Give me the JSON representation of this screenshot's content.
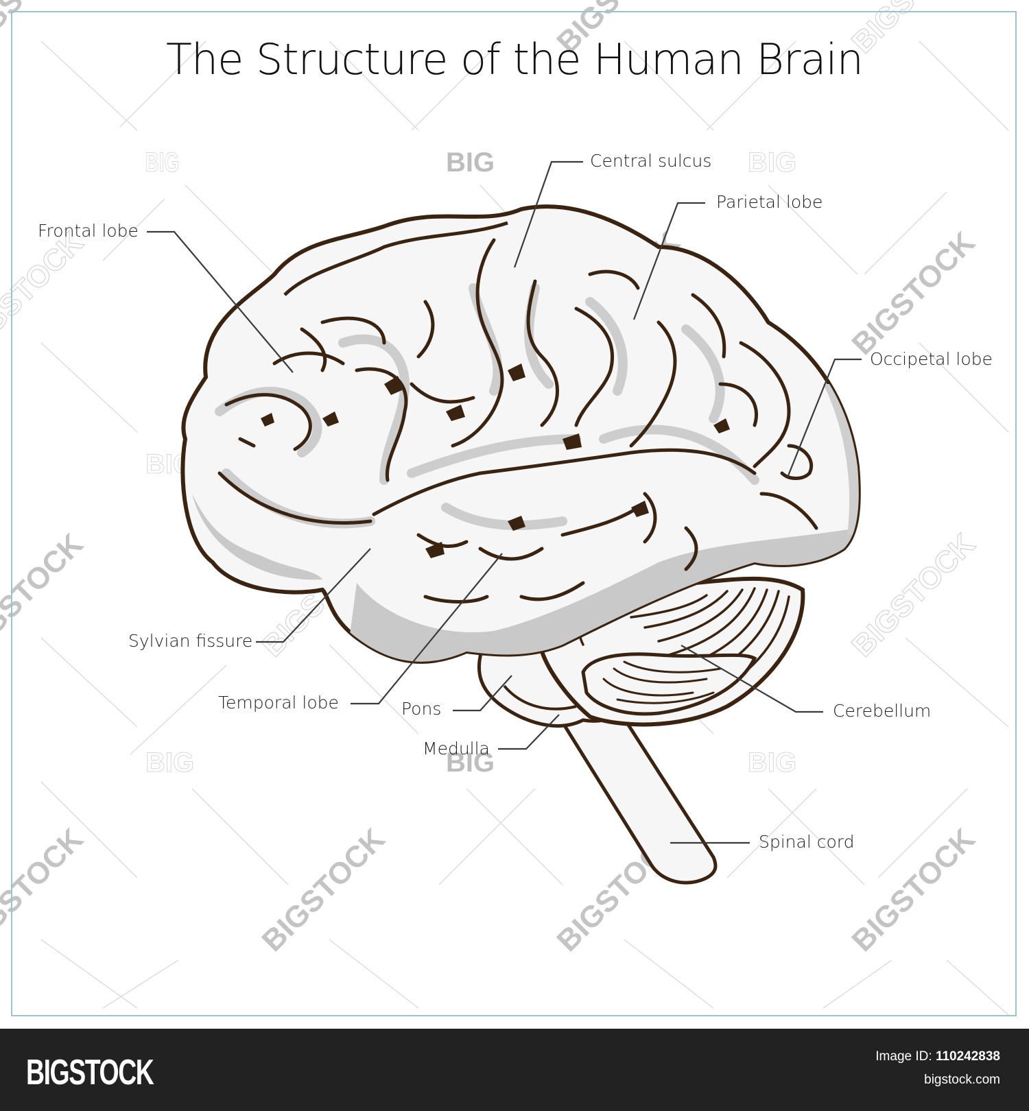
{
  "title": "The Structure of the Human Brain",
  "colors": {
    "outline": "#3b2311",
    "brain_fill": "#f6f6f6",
    "shadow_fill": "#c9c9c9",
    "leader_line": "#3a3a3a",
    "frame_border": "#9cc3cc",
    "footer_bg": "#222222",
    "watermark": "#c8c8c8"
  },
  "labels": {
    "frontal_lobe": "Frontal lobe",
    "central_sulcus": "Central sulcus",
    "parietal_lobe": "Parietal lobe",
    "occipetal_lobe": "Occipetal lobe",
    "sylvian_fissure": "Sylvian fissure",
    "temporal_lobe": "Temporal lobe",
    "pons": "Pons",
    "medulla": "Medulla",
    "cerebellum": "Cerebellum",
    "spinal_cord": "Spinal cord"
  },
  "watermarks": {
    "big": "BIG",
    "bigstock": "BIGSTOCK"
  },
  "footer": {
    "logo": "BIGSTOCK",
    "image_id_label": "Image ID:",
    "image_id_value": "110242838",
    "site": "bigstock.com"
  }
}
